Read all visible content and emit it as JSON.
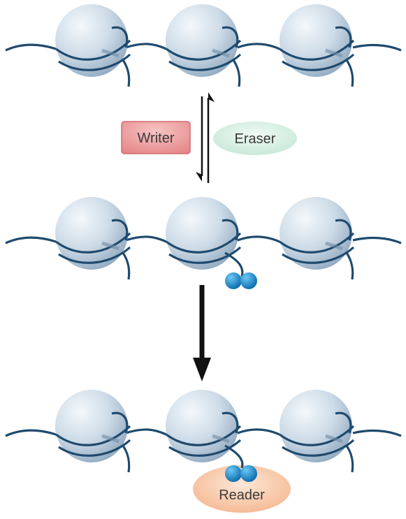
{
  "labels": {
    "writer": "Writer",
    "eraser": "Eraser",
    "reader": "Reader"
  },
  "colors": {
    "dna": "#1e4a6e",
    "nucleosome_light": "#e6eef5",
    "nucleosome_dark": "#9fb6cb",
    "mark": "#1a8fd6",
    "writer_fill": "#ec9b9c",
    "writer_stroke": "#d26c70",
    "eraser_fill": "#d6efe4",
    "reader_fill": "#f8c9a8",
    "arrow": "#111111"
  }
}
